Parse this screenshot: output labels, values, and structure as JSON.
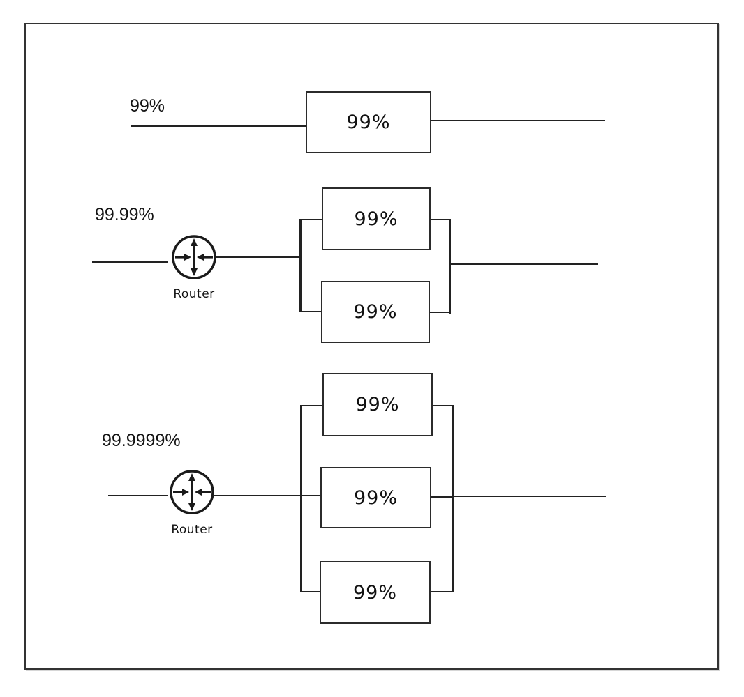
{
  "diagram_title": "availability-series-vs-parallel",
  "colors": {
    "stroke": "#222222",
    "box_border": "#2b2b2b",
    "frame_border": "#333333",
    "background": "#ffffff"
  },
  "sections": [
    {
      "availability_label": "99%",
      "boxes": [
        "99%"
      ]
    },
    {
      "availability_label": "99.99%",
      "router_label": "Router",
      "boxes": [
        "99%",
        "99%"
      ]
    },
    {
      "availability_label": "99.9999%",
      "router_label": "Router",
      "boxes": [
        "99%",
        "99%",
        "99%"
      ]
    }
  ]
}
